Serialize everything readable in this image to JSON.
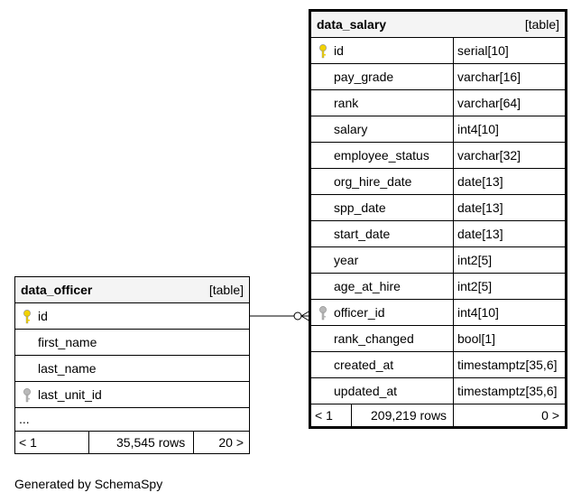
{
  "diagram": {
    "caption": "Generated by SchemaSpy",
    "tables": {
      "data_salary": {
        "name": "data_salary",
        "kind": "[table]",
        "columns": [
          {
            "name": "id",
            "type": "serial[10]",
            "key": "primary"
          },
          {
            "name": "pay_grade",
            "type": "varchar[16]",
            "key": ""
          },
          {
            "name": "rank",
            "type": "varchar[64]",
            "key": ""
          },
          {
            "name": "salary",
            "type": "int4[10]",
            "key": ""
          },
          {
            "name": "employee_status",
            "type": "varchar[32]",
            "key": ""
          },
          {
            "name": "org_hire_date",
            "type": "date[13]",
            "key": ""
          },
          {
            "name": "spp_date",
            "type": "date[13]",
            "key": ""
          },
          {
            "name": "start_date",
            "type": "date[13]",
            "key": ""
          },
          {
            "name": "year",
            "type": "int2[5]",
            "key": ""
          },
          {
            "name": "age_at_hire",
            "type": "int2[5]",
            "key": ""
          },
          {
            "name": "officer_id",
            "type": "int4[10]",
            "key": "foreign"
          },
          {
            "name": "rank_changed",
            "type": "bool[1]",
            "key": ""
          },
          {
            "name": "created_at",
            "type": "timestamptz[35,6]",
            "key": ""
          },
          {
            "name": "updated_at",
            "type": "timestamptz[35,6]",
            "key": ""
          }
        ],
        "footer": {
          "parents": "< 1",
          "rows": "209,219 rows",
          "children": "0 >"
        }
      },
      "data_officer": {
        "name": "data_officer",
        "kind": "[table]",
        "columns": [
          {
            "name": "id",
            "type": "",
            "key": "primary"
          },
          {
            "name": "first_name",
            "type": "",
            "key": ""
          },
          {
            "name": "last_name",
            "type": "",
            "key": ""
          },
          {
            "name": "last_unit_id",
            "type": "",
            "key": "foreign"
          }
        ],
        "more": "...",
        "footer": {
          "parents": "< 1",
          "rows": "35,545 rows",
          "children": "20 >"
        }
      }
    },
    "colors": {
      "primary_key": "#f2d200",
      "foreign_key": "#b8b8b8",
      "header_bg": "#f4f4f4"
    }
  }
}
